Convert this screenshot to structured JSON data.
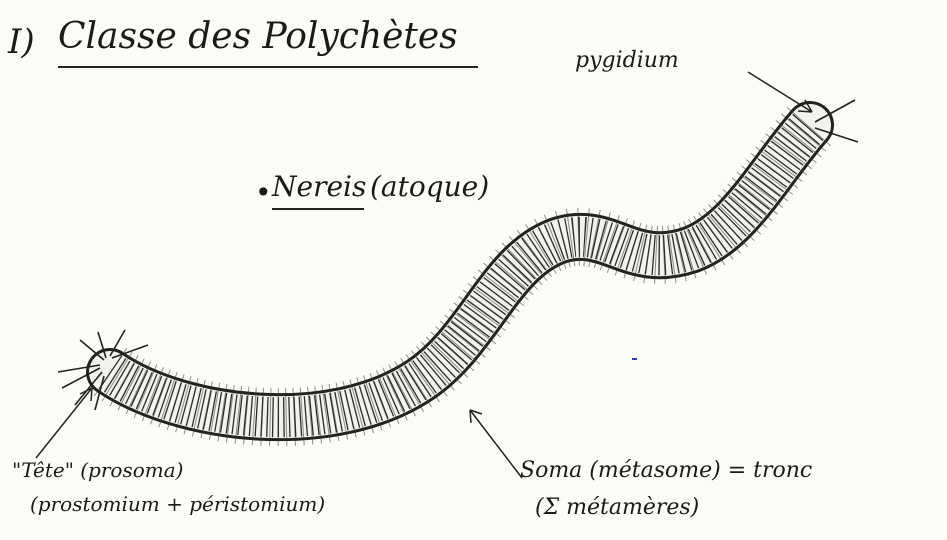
{
  "heading": {
    "number": "I)",
    "title": "Classe des Polychètes"
  },
  "labels": {
    "pygidium": "pygidium",
    "species_bullet": "•",
    "species_name": "Nereis",
    "species_note": "(atoque)",
    "head": "\"Tête\" (prosoma)",
    "head_detail": "(prostomium + péristomium)",
    "soma": "Soma (métasome) = tronc",
    "soma_detail": "(Σ métamères)"
  }
}
